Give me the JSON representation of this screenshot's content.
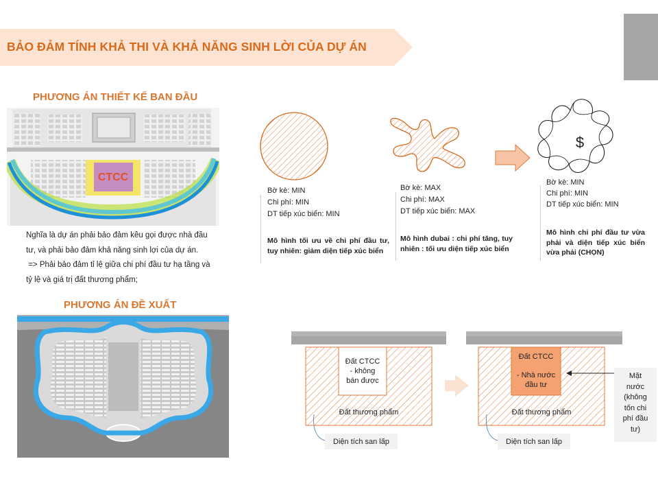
{
  "header": {
    "title": "BẢO ĐẢM TÍNH KHẢ THI VÀ KHẢ NĂNG SINH LỜI CỦA DỰ ÁN"
  },
  "original_plan": {
    "heading": "PHƯƠNG ÁN THIẾT KẾ BAN ĐẦU",
    "map_label": "CTCC"
  },
  "explanation": {
    "line1": "Nghĩa là dự án phải bảo đảm kêu gọi được nhà đầu",
    "line2": "tư, và phải bảo đảm khả năng sinh lợi của dự án.",
    "line3": " => Phải bảo đảm tỉ lệ giữa chi phí đầu tư hạ tầng và",
    "line4": "tỷ lệ và giá trị đất thương phẩm;"
  },
  "proposed_plan": {
    "heading": "PHƯƠNG ÁN ĐỀ XUẤT"
  },
  "models": [
    {
      "shape": "circle",
      "stat1": "Bờ kè: MIN",
      "stat2": "Chi phí: MIN",
      "stat3": "DT tiếp xúc biển: MIN",
      "desc": "Mô hình tối ưu về chi phí đầu tư, tuy nhiên: giảm diện tiếp xúc biển"
    },
    {
      "shape": "starfish",
      "stat1": "Bờ kè: MAX",
      "stat2": "Chi phí: MAX",
      "stat3": "DT tiếp xúc biển: MAX",
      "desc": "Mô hình dubai : chi phí tăng, tuy nhiên : tối ưu diện tiếp xúc biển"
    },
    {
      "shape": "flower",
      "symbol": "$",
      "stat1": "Bờ kè: MIN",
      "stat2": "Chi phí: MIN",
      "stat3": "DT tiếp xúc biển: MIN",
      "desc": "Mô hình chi phí đầu tư vừa phải và diện tiếp xúc biển vừa phải (CHỌN)"
    }
  ],
  "comparison": {
    "left": {
      "inner_line1": "Đất CTCC",
      "inner_line2": "- không",
      "inner_line3": "bán được",
      "outer_label": "Đất thương phẩm",
      "fill_label": "Diện tích san lấp"
    },
    "right": {
      "inner_line1": "Đất CTCC",
      "inner_line2": "- Nhà nước",
      "inner_line3": "đầu tư",
      "outer_label": "Đất thương phẩm",
      "fill_label": "Diện tích san lấp"
    },
    "callout": {
      "line1": "Mặt",
      "line2": "nước",
      "line3": "(không",
      "line4": "tốn chi",
      "line5": "phí đầu",
      "line6": "tư)"
    }
  },
  "colors": {
    "accent_orange": "#d86a1c",
    "hatch_orange": "#e07a3c",
    "banner_fill": "#fde3d2",
    "arrow_fill": "#f8c4a6",
    "filled_plot": "#f4a271",
    "road_gray": "#a6a6a6"
  }
}
